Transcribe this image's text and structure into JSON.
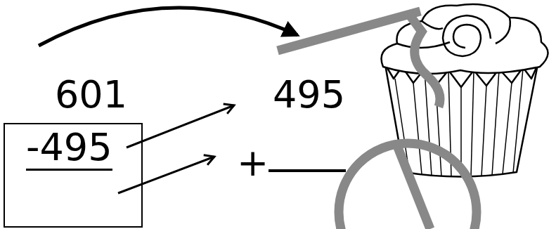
{
  "diagram": {
    "nodes": [
      {
        "text": [
          "-495"
        ]
      }
    ],
    "labels": [
      "601",
      "495",
      "+"
    ]
  }
}
